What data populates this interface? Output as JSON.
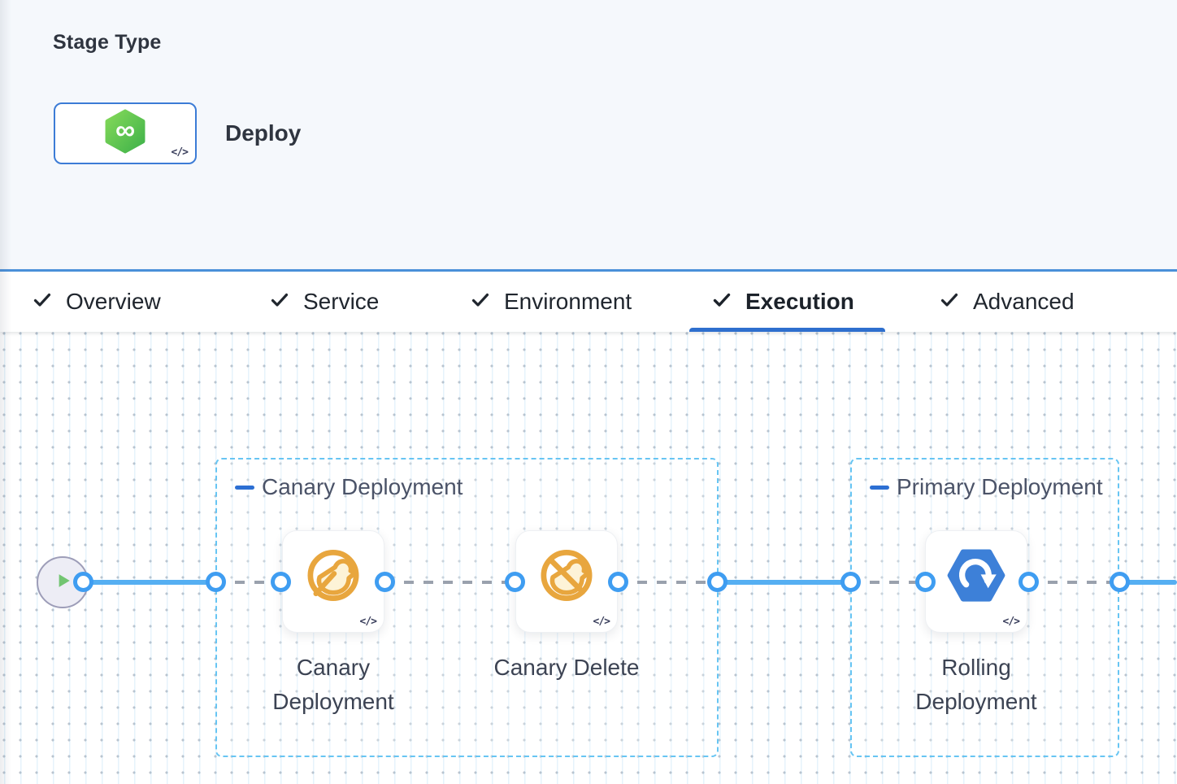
{
  "stage_panel": {
    "title": "Stage Type",
    "stage_card": {
      "label": "Deploy",
      "icon": "cd-infinity-hexagon-icon",
      "code_glyph": "</>"
    }
  },
  "tabs": {
    "items": [
      {
        "label": "Overview",
        "icon": "check-icon",
        "active": false
      },
      {
        "label": "Service",
        "icon": "check-icon",
        "active": false
      },
      {
        "label": "Environment",
        "icon": "check-icon",
        "active": false
      },
      {
        "label": "Execution",
        "icon": "check-icon",
        "active": true
      },
      {
        "label": "Advanced",
        "icon": "check-icon",
        "active": false
      }
    ]
  },
  "pipeline": {
    "start_node_icon": "play-icon",
    "groups": [
      {
        "label": "Canary Deployment",
        "collapse_icon": "minus-icon",
        "steps": [
          {
            "name": "Canary Deployment",
            "icon": "canary-icon",
            "code_glyph": "</>"
          },
          {
            "name": "Canary Delete",
            "icon": "canary-delete-icon",
            "code_glyph": "</>"
          }
        ]
      },
      {
        "label": "Primary Deployment",
        "collapse_icon": "minus-icon",
        "steps": [
          {
            "name": "Rolling Deployment",
            "icon": "rolling-deployment-icon",
            "code_glyph": "</>"
          }
        ]
      }
    ]
  },
  "colors": {
    "panel_bg": "#f5f8fc",
    "divider_blue": "#4a90d9",
    "active_tab_underline": "#2e6fce",
    "group_border": "#67c5f3",
    "connector_blue": "#55aff2",
    "connector_gray": "#9aa1ad",
    "port_blue": "#3f9df1",
    "canary_amber": "#e8a63e",
    "rolling_blue": "#3d80d8",
    "deploy_green": "#46b64c",
    "play_green": "#72c571"
  }
}
